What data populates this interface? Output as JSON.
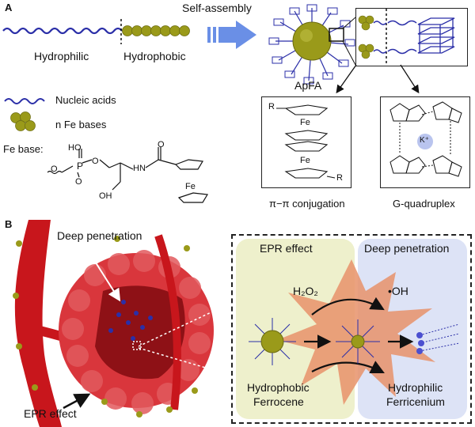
{
  "panelA": {
    "label": "A",
    "hydrophilic": "Hydrophilic",
    "hydrophobic": "Hydrophobic",
    "self_assembly": "Self-assembly",
    "apfa": "ApFA",
    "legend_nucleic": "Nucleic acids",
    "legend_fe": "n Fe bases",
    "fe_base_label": "Fe base:",
    "chem_ho": "HO",
    "chem_o1": "O",
    "chem_o2": "O",
    "chem_o3": "O",
    "chem_p": "P",
    "chem_oh": "OH",
    "chem_hn": "HN",
    "chem_fe": "Fe",
    "pi_caption": "π−π  conjugation",
    "gq_caption": "G-quadruplex",
    "pi_r1": "R",
    "pi_r2": "R",
    "pi_fe1": "Fe",
    "pi_fe2": "Fe",
    "gq_k": "K⁺"
  },
  "panelB": {
    "label": "B",
    "deep_penetration_left": "Deep penetration",
    "epr_left": "EPR effect",
    "epr_box": "EPR effect",
    "deep_box": "Deep penetration",
    "h2o2": "H₂O₂",
    "oh_radical": "•OH",
    "hydrophobic_ferrocene_1": "Hydrophobic",
    "hydrophobic_ferrocene_2": "Ferrocene",
    "hydrophilic_ferricenium_1": "Hydrophilic",
    "hydrophilic_ferricenium_2": "Ferricenium"
  },
  "colors": {
    "nucleic": "#2b2fa8",
    "fe_ball": "#9a9a1a",
    "vessel": "#c8161c",
    "green_box": "#eef0cc",
    "blue_box": "#dde3f6",
    "burst": "#e7926a"
  }
}
